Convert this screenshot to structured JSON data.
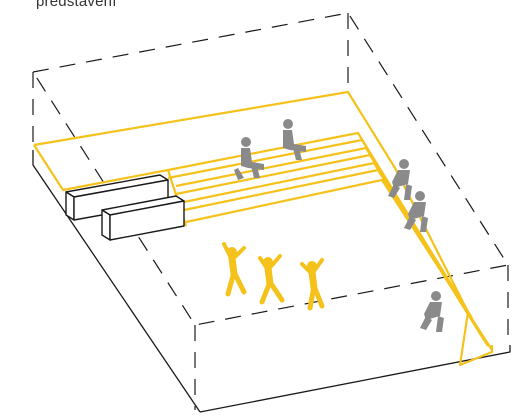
{
  "caption": "představení",
  "colors": {
    "accent": "#f5c21b",
    "figure_gray": "#8a8a8a",
    "line": "#1a1a1a",
    "background": "#ffffff"
  },
  "elements": {
    "seated_people_count": 5,
    "dancers_count": 3,
    "steps_count": 4,
    "stage_blocks_count": 2
  }
}
